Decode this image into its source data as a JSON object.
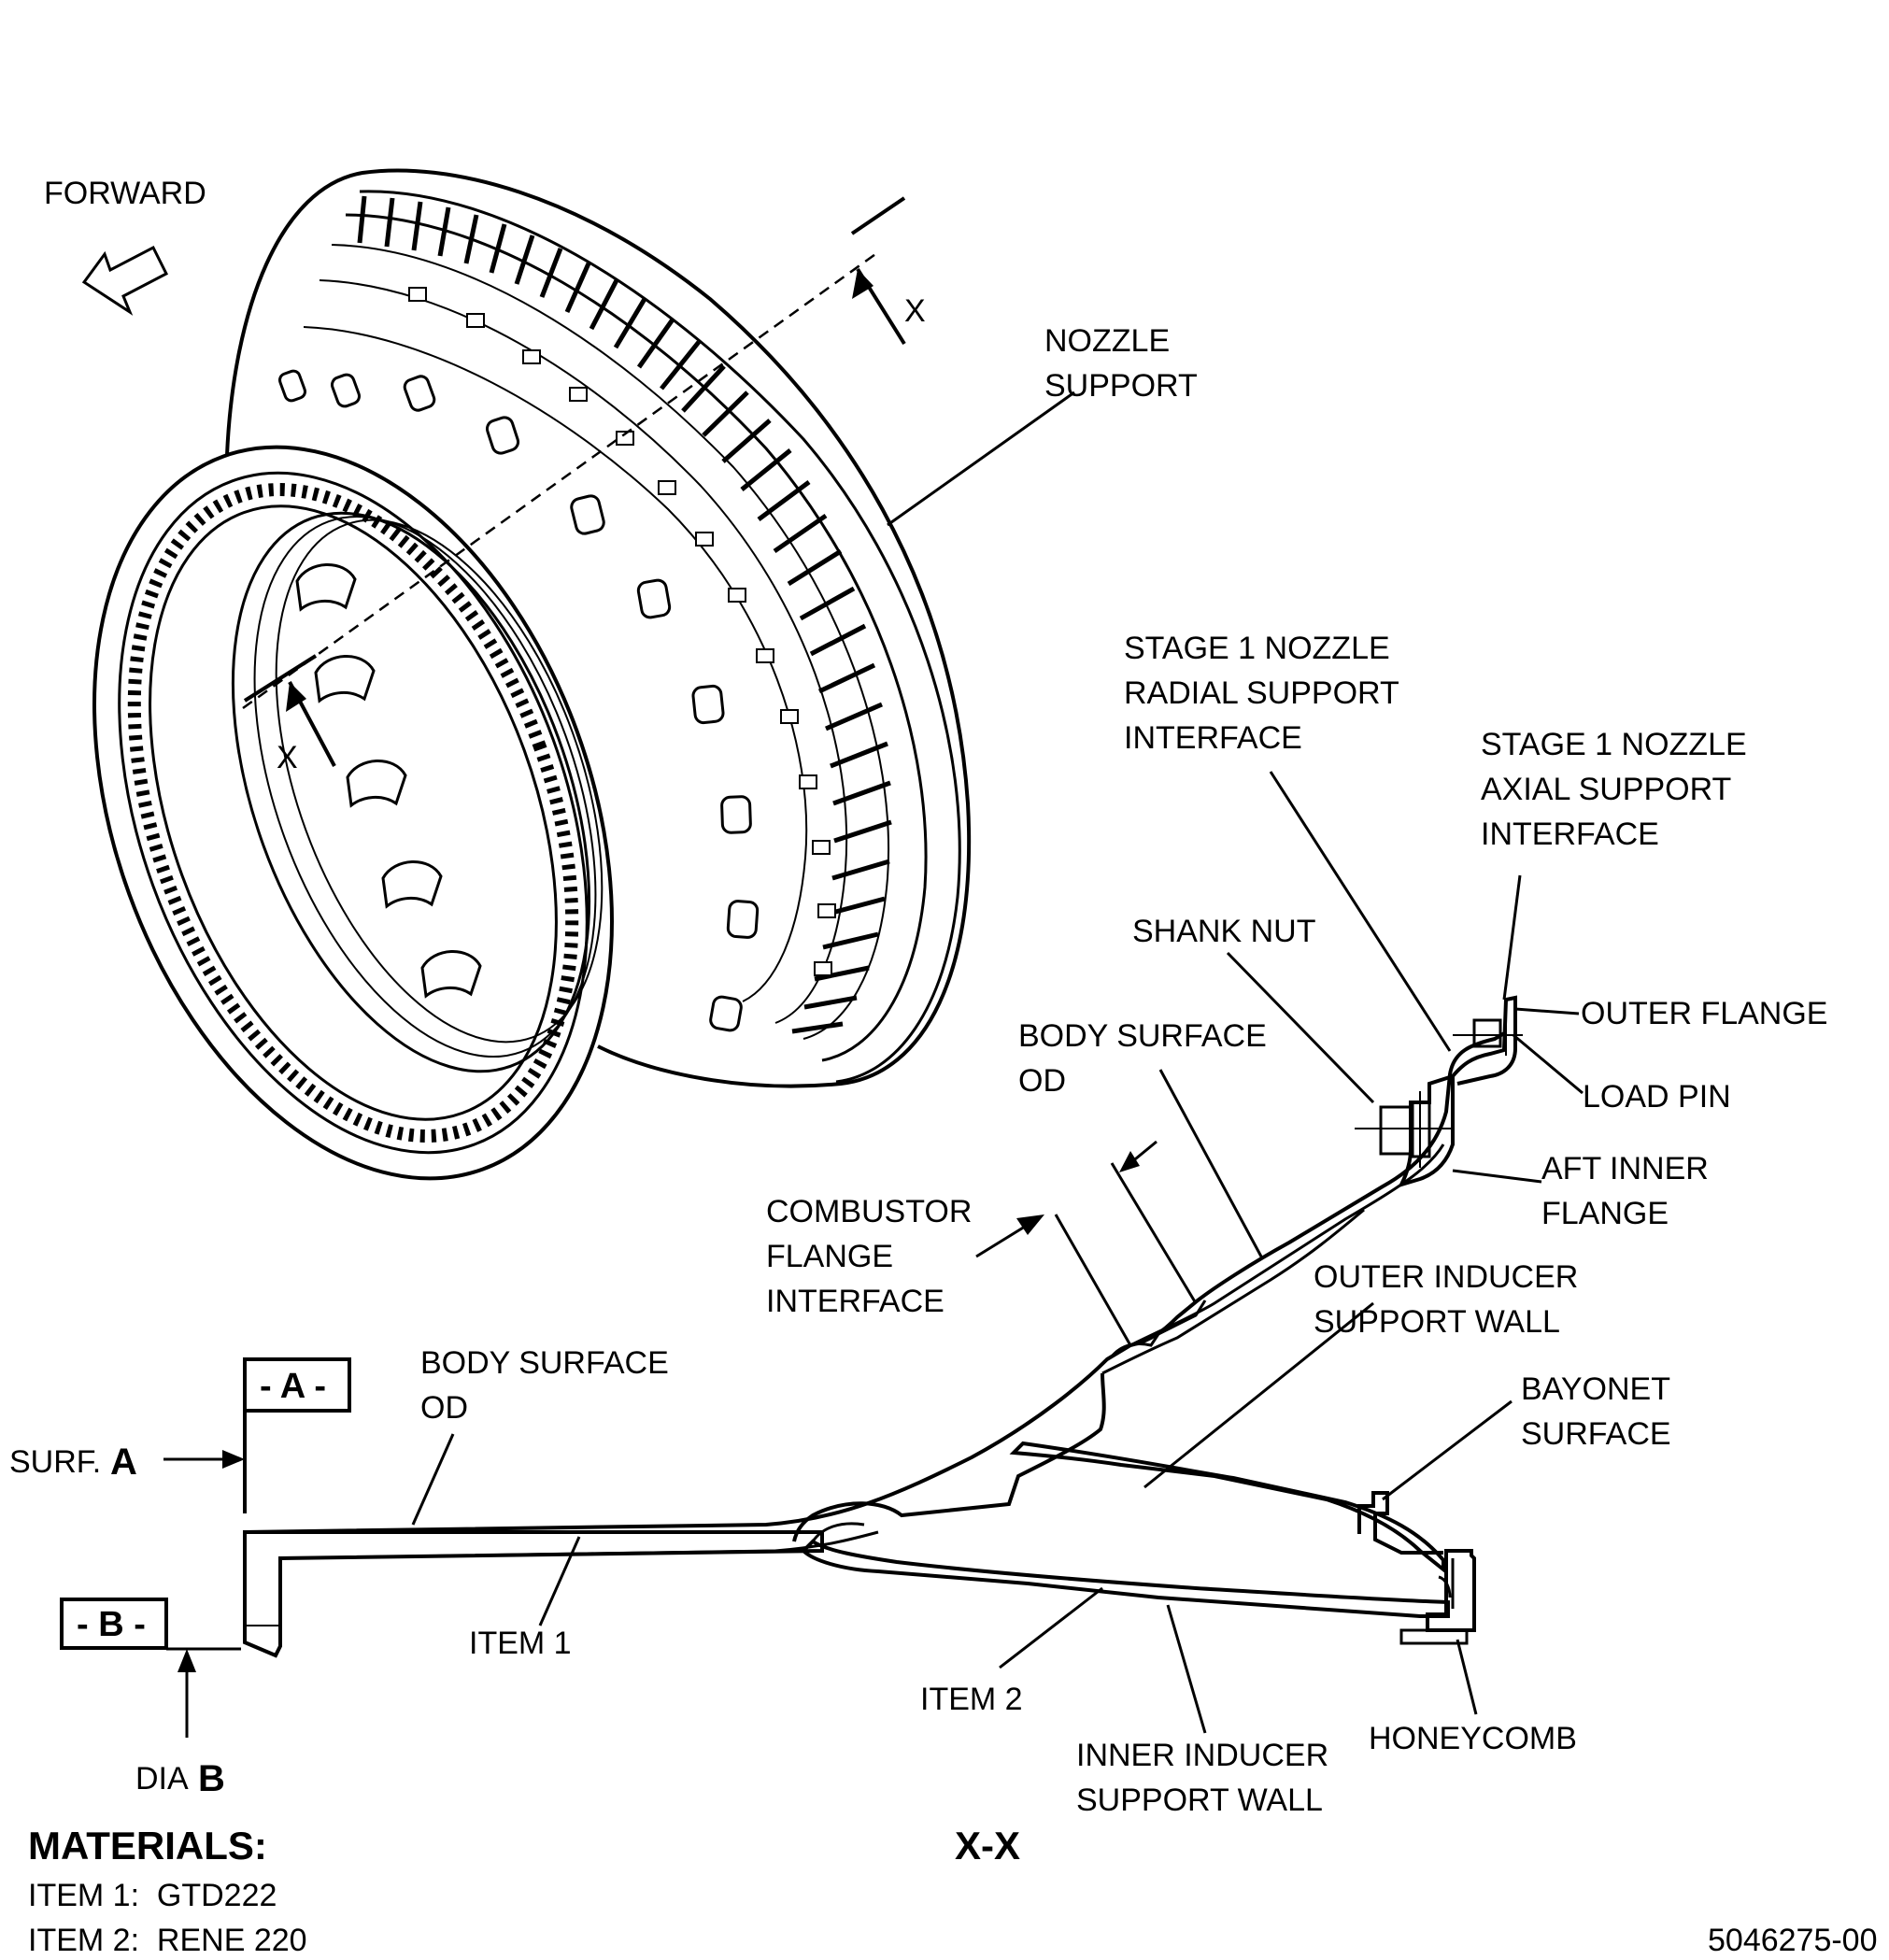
{
  "direction": {
    "label": "FORWARD",
    "icon": "forward-arrow-icon"
  },
  "section": {
    "marker_upper": "X",
    "marker_lower": "X",
    "view_title": "X-X"
  },
  "callouts": {
    "nozzle_support": [
      "NOZZLE",
      "SUPPORT"
    ],
    "stage1_radial": [
      "STAGE 1 NOZZLE",
      "RADIAL SUPPORT",
      "INTERFACE"
    ],
    "stage1_axial": [
      "STAGE 1 NOZZLE",
      "AXIAL SUPPORT",
      "INTERFACE"
    ],
    "shank_nut": "SHANK NUT",
    "outer_flange": "OUTER FLANGE",
    "load_pin": "LOAD PIN",
    "body_surface_od_upper": [
      "BODY SURFACE",
      "OD"
    ],
    "aft_inner_flange": [
      "AFT INNER",
      "FLANGE"
    ],
    "combustor_flange": [
      "COMBUSTOR",
      "FLANGE",
      "INTERFACE"
    ],
    "outer_inducer": [
      "OUTER INDUCER",
      "SUPPORT WALL"
    ],
    "body_surface_od_lower": [
      "BODY SURFACE",
      "OD"
    ],
    "bayonet_surface": [
      "BAYONET",
      "SURFACE"
    ],
    "item1": "ITEM 1",
    "item2": "ITEM 2",
    "honeycomb": "HONEYCOMB",
    "inner_inducer": [
      "INNER INDUCER",
      "SUPPORT WALL"
    ]
  },
  "datums": {
    "a_box": "- A -",
    "b_box": "- B -",
    "surf_prefix": "SURF.",
    "surf_letter": "A",
    "dia_prefix": "DIA",
    "dia_letter": "B"
  },
  "materials": {
    "heading": "MATERIALS:",
    "items": [
      "ITEM 1:  GTD222",
      "ITEM 2:  RENE 220"
    ]
  },
  "figure_number": "5046275-00"
}
